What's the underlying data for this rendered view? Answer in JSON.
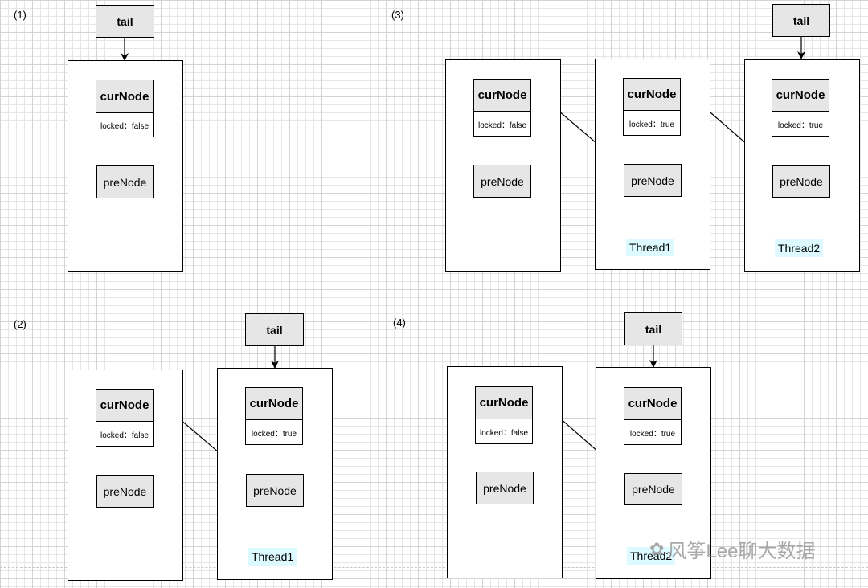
{
  "labels": {
    "tail": "tail",
    "cur_node": "curNode",
    "pre_node": "preNode",
    "locked_false": "locked：false",
    "locked_true": "locked：true",
    "thread1": "Thread1",
    "thread2": "Thread2"
  },
  "panels": [
    {
      "id": "(1)"
    },
    {
      "id": "(2)"
    },
    {
      "id": "(3)"
    },
    {
      "id": "(4)"
    }
  ],
  "watermark": {
    "text": "风筝Lee聊大数据",
    "icon": "wechat-icon"
  },
  "colors": {
    "node_fill": "#e6e6e6",
    "thread_label_bg": "#dcfaff",
    "stroke": "#000000"
  }
}
